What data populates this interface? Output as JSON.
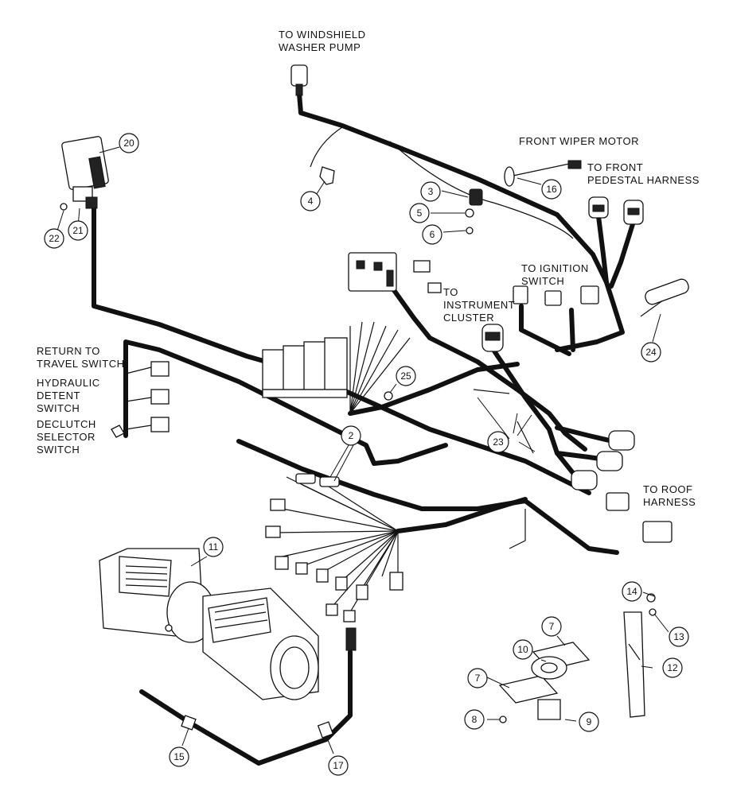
{
  "labels": {
    "windshield_washer": [
      "TO WINDSHIELD",
      "WASHER PUMP"
    ],
    "front_wiper": [
      "FRONT WIPER MOTOR"
    ],
    "front_pedestal": [
      "TO FRONT",
      "PEDESTAL HARNESS"
    ],
    "ignition": [
      "TO IGNITION",
      "SWITCH"
    ],
    "instrument_cluster": [
      "TO",
      "INSTRUMENT",
      "CLUSTER"
    ],
    "travel_switch": [
      "RETURN TO",
      "TRAVEL SWITCH"
    ],
    "hydraulic_detent": [
      "HYDRAULIC",
      "DETENT",
      "SWITCH"
    ],
    "declutch": [
      "DECLUTCH",
      "SELECTOR",
      "SWITCH"
    ],
    "roof_harness": [
      "TO ROOF",
      "HARNESS"
    ]
  },
  "callouts": [
    "20",
    "22",
    "21",
    "4",
    "3",
    "5",
    "6",
    "16",
    "24",
    "25",
    "2",
    "23",
    "11",
    "14",
    "13",
    "7",
    "7",
    "10",
    "12",
    "8",
    "9",
    "15",
    "17"
  ]
}
